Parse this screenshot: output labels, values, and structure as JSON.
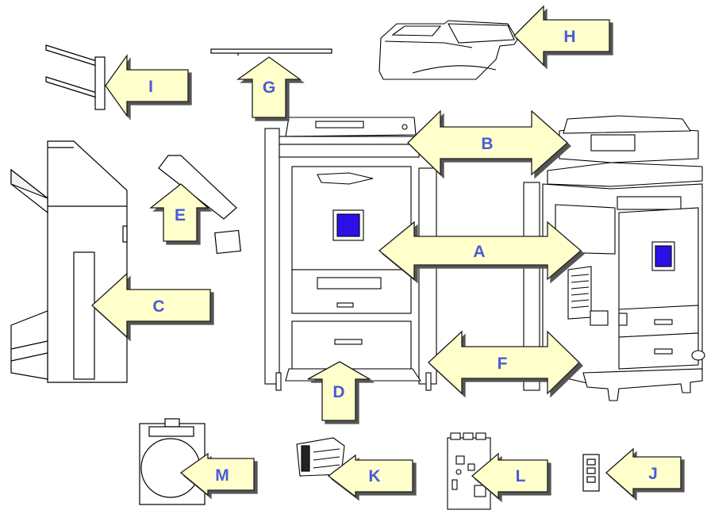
{
  "colors": {
    "arrow_fill": "#ffffcc",
    "arrow_stroke": "#1a1a1a",
    "arrow_shadow": "#555555",
    "label": "#4a5ad8",
    "screen": "#2d10e8",
    "line": "#000000"
  },
  "callouts": {
    "A": "A",
    "B": "B",
    "C": "C",
    "D": "D",
    "E": "E",
    "F": "F",
    "G": "G",
    "H": "H",
    "I": "I",
    "J": "J",
    "K": "K",
    "L": "L",
    "M": "M"
  },
  "components": [
    "exit-tray-stacker",
    "platen-cover",
    "document-feeder",
    "finisher",
    "booklet-tray",
    "main-printer-body",
    "tray-module",
    "assembled-printer",
    "hard-disk",
    "interface-card",
    "controller-board",
    "memory-module"
  ]
}
